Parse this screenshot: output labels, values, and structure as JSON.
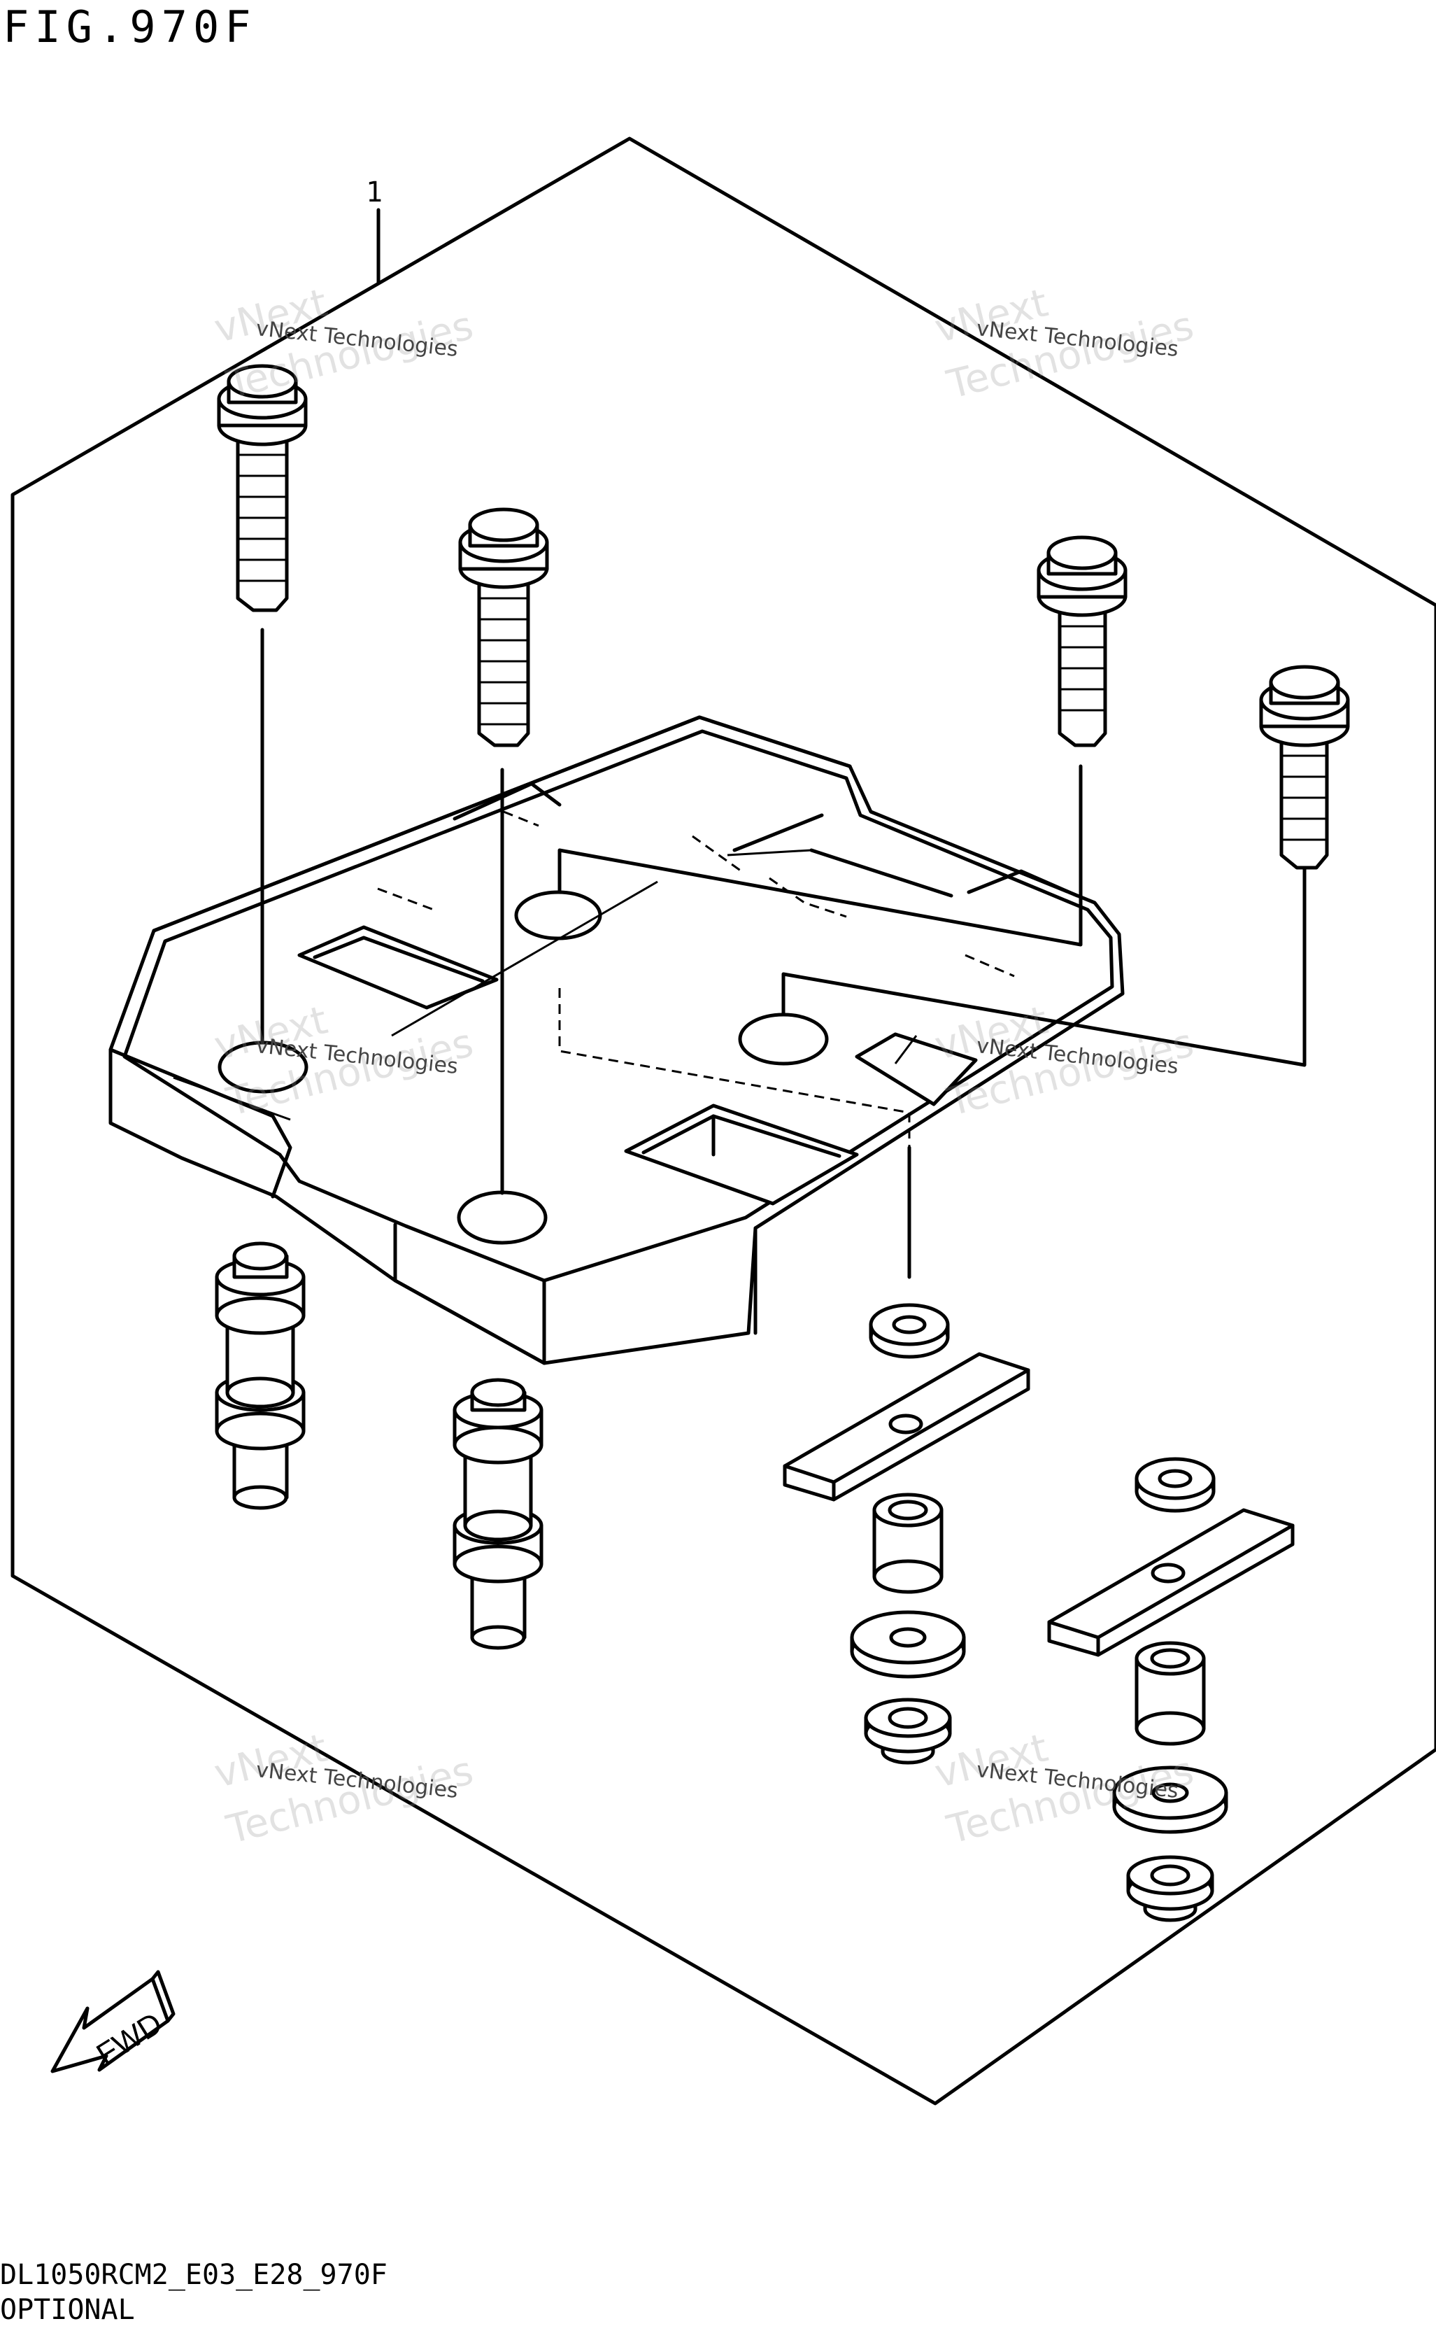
{
  "figure": {
    "title": "FIG.970F",
    "callout_number": "1"
  },
  "footer": {
    "model_code": "DL1050RCM2_E03_E28_970F",
    "note": "OPTIONAL"
  },
  "fwd_arrow": {
    "label": "FWD",
    "icon": "forward-direction-arrow-icon"
  },
  "watermark": {
    "brand_line1": "vNext",
    "brand_line2": "Technologies",
    "brand_full": "vNext Technologies"
  },
  "colors": {
    "line": "#000000",
    "background": "#ffffff",
    "watermark": "#969696"
  }
}
